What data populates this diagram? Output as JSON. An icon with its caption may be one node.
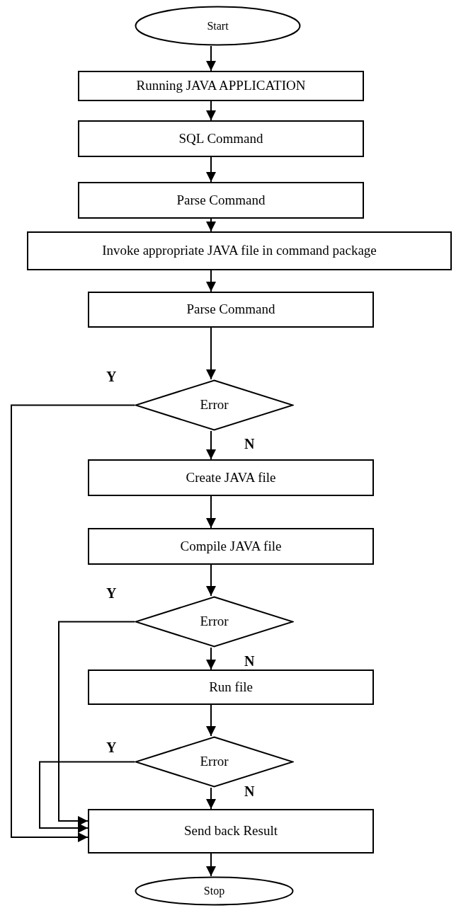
{
  "diagram": {
    "nodes": [
      {
        "text": [
          "Start"
        ]
      },
      {
        "text": [
          "Running JAVA APPLICATION"
        ]
      },
      {
        "text": [
          "SQL Command"
        ]
      },
      {
        "text": [
          "Parse Command"
        ]
      },
      {
        "text": [
          "Invoke appropriate JAVA file in command package"
        ]
      },
      {
        "text": [
          "Parse Command"
        ]
      },
      {
        "text": [
          "Error"
        ]
      },
      {
        "text": [
          "Create JAVA file"
        ]
      },
      {
        "text": [
          "Compile JAVA file"
        ]
      },
      {
        "text": [
          "Error"
        ]
      },
      {
        "text": [
          "Run file"
        ]
      },
      {
        "text": [
          "Error"
        ]
      },
      {
        "text": [
          "Send back Result"
        ]
      },
      {
        "text": [
          "Stop"
        ]
      }
    ],
    "edges": [
      {
        "from": 0,
        "to": 1,
        "arrow": "to"
      },
      {
        "from": 1,
        "to": 2,
        "arrow": "to"
      },
      {
        "from": 2,
        "to": 3,
        "arrow": "to"
      },
      {
        "from": 3,
        "to": 4,
        "arrow": "to"
      },
      {
        "from": 4,
        "to": 5,
        "arrow": "to"
      },
      {
        "from": 5,
        "to": 6,
        "arrow": "to"
      },
      {
        "from": 6,
        "to": 7,
        "arrow": "to",
        "label": "N"
      },
      {
        "from": 7,
        "to": 8,
        "arrow": "to"
      },
      {
        "from": 8,
        "to": 9,
        "arrow": "to"
      },
      {
        "from": 9,
        "to": 10,
        "arrow": "to",
        "label": "N"
      },
      {
        "from": 10,
        "to": 11,
        "arrow": "to"
      },
      {
        "from": 11,
        "to": 12,
        "arrow": "to",
        "label": "N"
      },
      {
        "from": 6,
        "to": 12,
        "arrow": "to",
        "label": "Y"
      },
      {
        "from": 9,
        "to": 12,
        "arrow": "to",
        "label": "Y"
      },
      {
        "from": 11,
        "to": 12,
        "arrow": "to",
        "label": "Y"
      },
      {
        "from": 12,
        "to": 13,
        "arrow": "to"
      }
    ]
  }
}
